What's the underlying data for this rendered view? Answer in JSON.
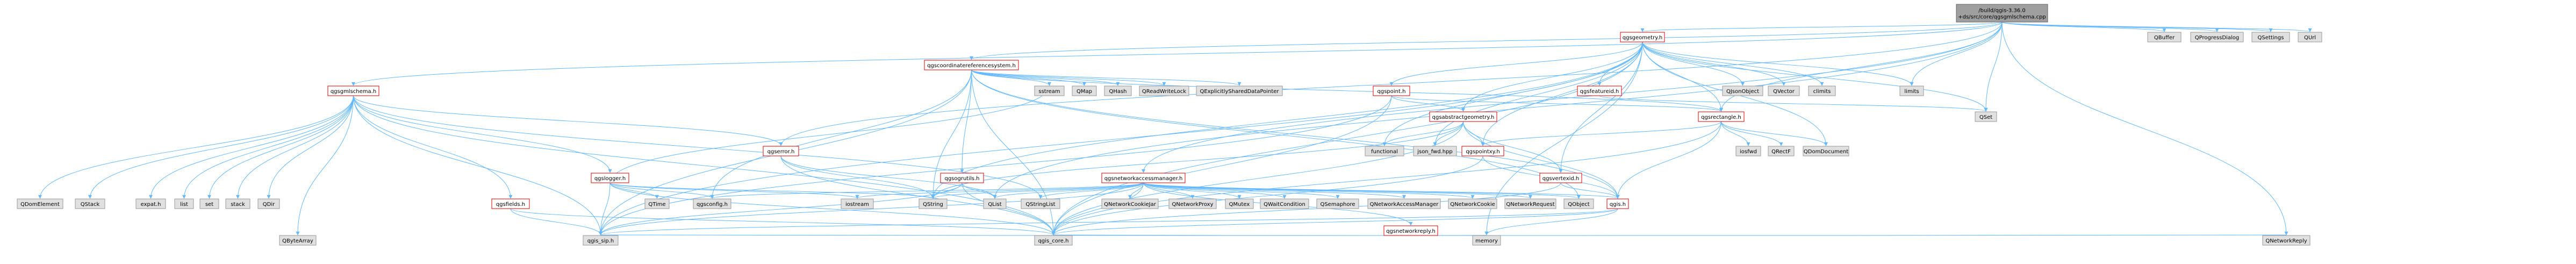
{
  "diagram": {
    "type": "include-dependency-graph",
    "root": "n_root",
    "colors": {
      "root_fill": "#9f9f9f",
      "doc_fill": "#ffffff",
      "doc_border": "#e00000",
      "ext_fill": "#e0e0e0",
      "ext_border": "#999999",
      "edge": "#63b8ff"
    },
    "nodes": [
      {
        "id": "n_root",
        "lines": [
          "/build/qgis-3.36.0",
          "+ds/src/core/qgsgmlschema.cpp"
        ],
        "kind": "root"
      },
      {
        "id": "n_qgsgeometry",
        "lines": [
          "qgsgeometry.h"
        ],
        "kind": "doc"
      },
      {
        "id": "n_qbuffer",
        "lines": [
          "QBuffer"
        ],
        "kind": "ext"
      },
      {
        "id": "n_qprogressdialog",
        "lines": [
          "QProgressDialog"
        ],
        "kind": "ext"
      },
      {
        "id": "n_qsettings",
        "lines": [
          "QSettings"
        ],
        "kind": "ext"
      },
      {
        "id": "n_qurl",
        "lines": [
          "QUrl"
        ],
        "kind": "ext"
      },
      {
        "id": "n_qgscrs",
        "lines": [
          "qgscoordinatereferencesystem.h"
        ],
        "kind": "doc"
      },
      {
        "id": "n_qgsgmlschema_h",
        "lines": [
          "qgsgmlschema.h"
        ],
        "kind": "doc"
      },
      {
        "id": "n_qgspoint",
        "lines": [
          "qgspoint.h"
        ],
        "kind": "doc"
      },
      {
        "id": "n_qgsfeatureid",
        "lines": [
          "qgsfeatureid.h"
        ],
        "kind": "doc"
      },
      {
        "id": "n_qjsonobject",
        "lines": [
          "QJsonObject"
        ],
        "kind": "ext"
      },
      {
        "id": "n_qvector",
        "lines": [
          "QVector"
        ],
        "kind": "ext"
      },
      {
        "id": "n_climits",
        "lines": [
          "climits"
        ],
        "kind": "ext"
      },
      {
        "id": "n_limits",
        "lines": [
          "limits"
        ],
        "kind": "ext"
      },
      {
        "id": "n_qset",
        "lines": [
          "QSet"
        ],
        "kind": "ext"
      },
      {
        "id": "n_qgsabstractgeometry",
        "lines": [
          "qgsabstractgeometry.h"
        ],
        "kind": "doc"
      },
      {
        "id": "n_qgsrectangle",
        "lines": [
          "qgsrectangle.h"
        ],
        "kind": "doc"
      },
      {
        "id": "n_qgsnetworkaccessmanager",
        "lines": [
          "qgsnetworkaccessmanager.h"
        ],
        "kind": "doc"
      },
      {
        "id": "n_qgsogrutils",
        "lines": [
          "qgsogrutils.h"
        ],
        "kind": "doc"
      },
      {
        "id": "n_qgserror",
        "lines": [
          "qgserror.h"
        ],
        "kind": "doc"
      },
      {
        "id": "n_qgslogger",
        "lines": [
          "qgslogger.h"
        ],
        "kind": "doc"
      },
      {
        "id": "n_qgsfields",
        "lines": [
          "qgsfields.h"
        ],
        "kind": "doc"
      },
      {
        "id": "n_qgsvertexid",
        "lines": [
          "qgsvertexid.h"
        ],
        "kind": "doc"
      },
      {
        "id": "n_qgspointxy",
        "lines": [
          "qgspointxy.h"
        ],
        "kind": "doc"
      },
      {
        "id": "n_qgsnetworkreply",
        "lines": [
          "qgsnetworkreply.h"
        ],
        "kind": "doc"
      },
      {
        "id": "n_qgis",
        "lines": [
          "qgis.h"
        ],
        "kind": "doc"
      },
      {
        "id": "n_sstream",
        "lines": [
          "sstream"
        ],
        "kind": "ext"
      },
      {
        "id": "n_qmap",
        "lines": [
          "QMap"
        ],
        "kind": "ext"
      },
      {
        "id": "n_qhash",
        "lines": [
          "QHash"
        ],
        "kind": "ext"
      },
      {
        "id": "n_qreadwritelock",
        "lines": [
          "QReadWriteLock"
        ],
        "kind": "ext"
      },
      {
        "id": "n_qexplicitly",
        "lines": [
          "QExplicitlySharedDataPointer"
        ],
        "kind": "ext"
      },
      {
        "id": "n_qdomelement",
        "lines": [
          "QDomElement"
        ],
        "kind": "ext"
      },
      {
        "id": "n_qstack",
        "lines": [
          "QStack"
        ],
        "kind": "ext"
      },
      {
        "id": "n_expat",
        "lines": [
          "expat.h"
        ],
        "kind": "ext"
      },
      {
        "id": "n_list",
        "lines": [
          "list"
        ],
        "kind": "ext"
      },
      {
        "id": "n_set",
        "lines": [
          "set"
        ],
        "kind": "ext"
      },
      {
        "id": "n_stack",
        "lines": [
          "stack"
        ],
        "kind": "ext"
      },
      {
        "id": "n_qdir",
        "lines": [
          "QDir"
        ],
        "kind": "ext"
      },
      {
        "id": "n_functional",
        "lines": [
          "functional"
        ],
        "kind": "ext"
      },
      {
        "id": "n_json_fwd",
        "lines": [
          "json_fwd.hpp"
        ],
        "kind": "ext"
      },
      {
        "id": "n_iosfwd",
        "lines": [
          "iosfwd"
        ],
        "kind": "ext"
      },
      {
        "id": "n_qrectf",
        "lines": [
          "QRectF"
        ],
        "kind": "ext"
      },
      {
        "id": "n_qdomdocument",
        "lines": [
          "QDomDocument"
        ],
        "kind": "ext"
      },
      {
        "id": "n_qgsconfig",
        "lines": [
          "qgsconfig.h"
        ],
        "kind": "ext"
      },
      {
        "id": "n_iostream",
        "lines": [
          "iostream"
        ],
        "kind": "ext"
      },
      {
        "id": "n_qstring",
        "lines": [
          "QString"
        ],
        "kind": "ext"
      },
      {
        "id": "n_qlist",
        "lines": [
          "QList"
        ],
        "kind": "ext"
      },
      {
        "id": "n_qstringlist",
        "lines": [
          "QStringList"
        ],
        "kind": "ext"
      },
      {
        "id": "n_qnetworkcookiejar",
        "lines": [
          "QNetworkCookieJar"
        ],
        "kind": "ext"
      },
      {
        "id": "n_qnetworkproxy",
        "lines": [
          "QNetworkProxy"
        ],
        "kind": "ext"
      },
      {
        "id": "n_qmutex",
        "lines": [
          "QMutex"
        ],
        "kind": "ext"
      },
      {
        "id": "n_qwaitcondition",
        "lines": [
          "QWaitCondition"
        ],
        "kind": "ext"
      },
      {
        "id": "n_qsemaphore",
        "lines": [
          "QSemaphore"
        ],
        "kind": "ext"
      },
      {
        "id": "n_qnetworkaccessmanager",
        "lines": [
          "QNetworkAccessManager"
        ],
        "kind": "ext"
      },
      {
        "id": "n_qnetworkcookie",
        "lines": [
          "QNetworkCookie"
        ],
        "kind": "ext"
      },
      {
        "id": "n_qnetworkrequest",
        "lines": [
          "QNetworkRequest"
        ],
        "kind": "ext"
      },
      {
        "id": "n_qobject",
        "lines": [
          "QObject"
        ],
        "kind": "ext"
      },
      {
        "id": "n_qtime",
        "lines": [
          "QTime"
        ],
        "kind": "ext"
      },
      {
        "id": "n_qbytearray",
        "lines": [
          "QByteArray"
        ],
        "kind": "ext"
      },
      {
        "id": "n_qgis_sip",
        "lines": [
          "qgis_sip.h"
        ],
        "kind": "ext"
      },
      {
        "id": "n_qgis_core",
        "lines": [
          "qgis_core.h"
        ],
        "kind": "ext"
      },
      {
        "id": "n_memory",
        "lines": [
          "memory"
        ],
        "kind": "ext"
      },
      {
        "id": "n_qnetworkreply",
        "lines": [
          "QNetworkReply"
        ],
        "kind": "ext"
      }
    ],
    "edges": [
      [
        "n_root",
        "n_qgsgeometry"
      ],
      [
        "n_root",
        "n_qbuffer"
      ],
      [
        "n_root",
        "n_qprogressdialog"
      ],
      [
        "n_root",
        "n_qsettings"
      ],
      [
        "n_root",
        "n_qurl"
      ],
      [
        "n_root",
        "n_qgscrs"
      ],
      [
        "n_root",
        "n_qgsgmlschema_h"
      ],
      [
        "n_root",
        "n_qgserror"
      ],
      [
        "n_root",
        "n_qgsnetworkaccessmanager"
      ],
      [
        "n_root",
        "n_qgsrectangle"
      ],
      [
        "n_root",
        "n_limits"
      ],
      [
        "n_root",
        "n_qset"
      ],
      [
        "n_root",
        "n_qnetworkreply"
      ],
      [
        "n_root",
        "n_qlist"
      ],
      [
        "n_qgsgeometry",
        "n_qgspoint"
      ],
      [
        "n_qgsgeometry",
        "n_qgsfeatureid"
      ],
      [
        "n_qgsgeometry",
        "n_qjsonobject"
      ],
      [
        "n_qgsgeometry",
        "n_qvector"
      ],
      [
        "n_qgsgeometry",
        "n_climits"
      ],
      [
        "n_qgsgeometry",
        "n_limits"
      ],
      [
        "n_qgsgeometry",
        "n_qset"
      ],
      [
        "n_qgsgeometry",
        "n_qgsabstractgeometry"
      ],
      [
        "n_qgsgeometry",
        "n_qgsrectangle"
      ],
      [
        "n_qgsgeometry",
        "n_functional"
      ],
      [
        "n_qgsgeometry",
        "n_json_fwd"
      ],
      [
        "n_qgsgeometry",
        "n_qgspointxy"
      ],
      [
        "n_qgsgeometry",
        "n_qgis_core"
      ],
      [
        "n_qgsgeometry",
        "n_qgis_sip"
      ],
      [
        "n_qgsgeometry",
        "n_qdomdocument"
      ],
      [
        "n_qgsgeometry",
        "n_memory"
      ],
      [
        "n_qgsgeometry",
        "n_qstring"
      ],
      [
        "n_qgsgeometry",
        "n_qgsvertexid"
      ],
      [
        "n_qgscrs",
        "n_sstream"
      ],
      [
        "n_qgscrs",
        "n_qmap"
      ],
      [
        "n_qgscrs",
        "n_qhash"
      ],
      [
        "n_qgscrs",
        "n_qreadwritelock"
      ],
      [
        "n_qgscrs",
        "n_qexplicitly"
      ],
      [
        "n_qgscrs",
        "n_qgsogrutils"
      ],
      [
        "n_qgscrs",
        "n_qgsrectangle"
      ],
      [
        "n_qgscrs",
        "n_qgis_core"
      ],
      [
        "n_qgscrs",
        "n_qgis_sip"
      ],
      [
        "n_qgscrs",
        "n_qgis"
      ],
      [
        "n_qgscrs",
        "n_qgsconfig"
      ],
      [
        "n_qgscrs",
        "n_qstring"
      ],
      [
        "n_qgscrs",
        "n_qobject"
      ],
      [
        "n_qgsgmlschema_h",
        "n_qdomelement"
      ],
      [
        "n_qgsgmlschema_h",
        "n_qstack"
      ],
      [
        "n_qgsgmlschema_h",
        "n_expat"
      ],
      [
        "n_qgsgmlschema_h",
        "n_list"
      ],
      [
        "n_qgsgmlschema_h",
        "n_set"
      ],
      [
        "n_qgsgmlschema_h",
        "n_stack"
      ],
      [
        "n_qgsgmlschema_h",
        "n_qdir"
      ],
      [
        "n_qgsgmlschema_h",
        "n_qgsfields"
      ],
      [
        "n_qgsgmlschema_h",
        "n_qgserror"
      ],
      [
        "n_qgsgmlschema_h",
        "n_qgis_core"
      ],
      [
        "n_qgsgmlschema_h",
        "n_qgis_sip"
      ],
      [
        "n_qgsgmlschema_h",
        "n_qbytearray"
      ],
      [
        "n_qgsgmlschema_h",
        "n_qstringlist"
      ],
      [
        "n_qgspoint",
        "n_qgsabstractgeometry"
      ],
      [
        "n_qgspoint",
        "n_qgsrectangle"
      ],
      [
        "n_qgspoint",
        "n_qgis_core"
      ],
      [
        "n_qgspoint",
        "n_qgis_sip"
      ],
      [
        "n_qgsfeatureid",
        "n_qset"
      ],
      [
        "n_qgsabstractgeometry",
        "n_functional"
      ],
      [
        "n_qgsabstractgeometry",
        "n_json_fwd"
      ],
      [
        "n_qgsabstractgeometry",
        "n_qgspointxy"
      ],
      [
        "n_qgsabstractgeometry",
        "n_qgsvertexid"
      ],
      [
        "n_qgsabstractgeometry",
        "n_qstring"
      ],
      [
        "n_qgsabstractgeometry",
        "n_qgis_core"
      ],
      [
        "n_qgsabstractgeometry",
        "n_qgis"
      ],
      [
        "n_qgsrectangle",
        "n_iosfwd"
      ],
      [
        "n_qgsrectangle",
        "n_qrectf"
      ],
      [
        "n_qgsrectangle",
        "n_qdomdocument"
      ],
      [
        "n_qgsrectangle",
        "n_qgspointxy"
      ],
      [
        "n_qgsrectangle",
        "n_qgis_core"
      ],
      [
        "n_qgsrectangle",
        "n_qgis"
      ],
      [
        "n_qgspointxy",
        "n_qgis"
      ],
      [
        "n_qgspointxy",
        "n_qgis_core"
      ],
      [
        "n_qgsvertexid",
        "n_qgis"
      ],
      [
        "n_qgsvertexid",
        "n_qgis_core"
      ],
      [
        "n_qgsnetworkaccessmanager",
        "n_qgsconfig"
      ],
      [
        "n_qgsnetworkaccessmanager",
        "n_iostream"
      ],
      [
        "n_qgsnetworkaccessmanager",
        "n_qlist"
      ],
      [
        "n_qgsnetworkaccessmanager",
        "n_qstring"
      ],
      [
        "n_qgsnetworkaccessmanager",
        "n_qstringlist"
      ],
      [
        "n_qgsnetworkaccessmanager",
        "n_qnetworkcookiejar"
      ],
      [
        "n_qgsnetworkaccessmanager",
        "n_qnetworkproxy"
      ],
      [
        "n_qgsnetworkaccessmanager",
        "n_qmutex"
      ],
      [
        "n_qgsnetworkaccessmanager",
        "n_qwaitcondition"
      ],
      [
        "n_qgsnetworkaccessmanager",
        "n_qsemaphore"
      ],
      [
        "n_qgsnetworkaccessmanager",
        "n_qnetworkaccessmanager"
      ],
      [
        "n_qgsnetworkaccessmanager",
        "n_qnetworkcookie"
      ],
      [
        "n_qgsnetworkaccessmanager",
        "n_qgsnetworkreply"
      ],
      [
        "n_qgsnetworkaccessmanager",
        "n_qnetworkrequest"
      ],
      [
        "n_qgsnetworkaccessmanager",
        "n_qobject"
      ],
      [
        "n_qgsnetworkaccessmanager",
        "n_qgis"
      ],
      [
        "n_qgsnetworkaccessmanager",
        "n_qgis_core"
      ],
      [
        "n_qgsnetworkaccessmanager",
        "n_qgis_sip"
      ],
      [
        "n_qgsnetworkreply",
        "n_qnetworkreply"
      ],
      [
        "n_qgsnetworkreply",
        "n_qgis_core"
      ],
      [
        "n_qgsnetworkreply",
        "n_memory"
      ],
      [
        "n_qgsnetworkreply",
        "n_qgis_sip"
      ],
      [
        "n_qgsogrutils",
        "n_qgis_core"
      ],
      [
        "n_qgsogrutils",
        "n_qgis_sip"
      ],
      [
        "n_qgsogrutils",
        "n_qstring"
      ],
      [
        "n_qgsogrutils",
        "n_qlist"
      ],
      [
        "n_qgserror",
        "n_qgis_core"
      ],
      [
        "n_qgserror",
        "n_qlist"
      ],
      [
        "n_qgserror",
        "n_qstring"
      ],
      [
        "n_qgslogger",
        "n_iostream"
      ],
      [
        "n_qgslogger",
        "n_sstream"
      ],
      [
        "n_qgslogger",
        "n_qtime"
      ],
      [
        "n_qgslogger",
        "n_qgis_core"
      ],
      [
        "n_qgslogger",
        "n_qgsconfig"
      ],
      [
        "n_qgslogger",
        "n_qgis_sip"
      ],
      [
        "n_qgslogger",
        "n_qstring"
      ],
      [
        "n_qgsgmlschema_h",
        "n_qgslogger"
      ],
      [
        "n_qgsfields",
        "n_qgis_core"
      ],
      [
        "n_qgsfields",
        "n_qgis_sip"
      ],
      [
        "n_qgis",
        "n_qgis_core"
      ],
      [
        "n_qgis",
        "n_qgis_sip"
      ],
      [
        "n_qgis",
        "n_memory"
      ]
    ]
  }
}
